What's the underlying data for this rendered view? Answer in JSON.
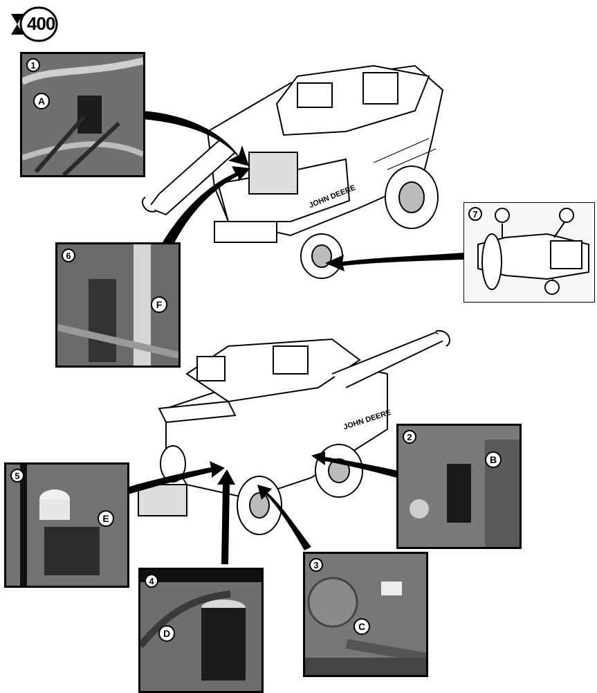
{
  "service_interval": {
    "hours": "400"
  },
  "insets": [
    {
      "number": "1",
      "callout": "A"
    },
    {
      "number": "2",
      "callout": "B"
    },
    {
      "number": "3",
      "callout": "C"
    },
    {
      "number": "4",
      "callout": "D"
    },
    {
      "number": "5",
      "callout": "E"
    },
    {
      "number": "6",
      "callout": "F"
    },
    {
      "number": "7"
    }
  ],
  "brand_decal": "JOHN DEERE"
}
